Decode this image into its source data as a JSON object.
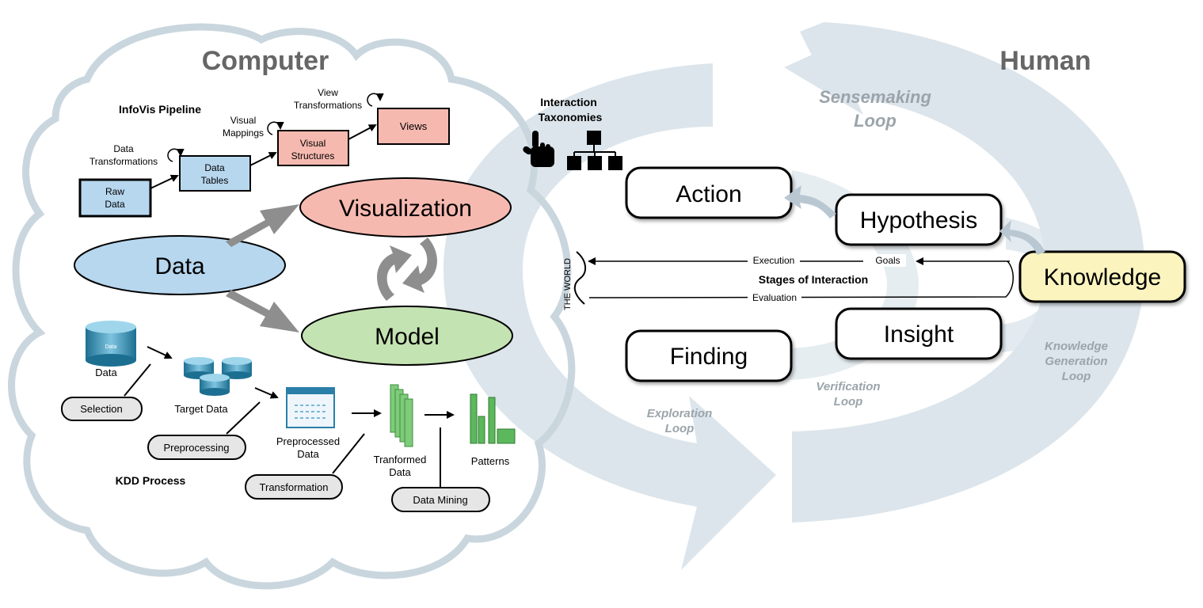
{
  "computer": {
    "title": "Computer",
    "infovis": {
      "title": "InfoVis Pipeline",
      "raw_data": [
        "Raw",
        "Data"
      ],
      "data_transformations": [
        "Data",
        "Transformations"
      ],
      "data_tables": [
        "Data",
        "Tables"
      ],
      "visual_mappings": [
        "Visual",
        "Mappings"
      ],
      "visual_structures": [
        "Visual",
        "Structures"
      ],
      "view_transformations": [
        "View",
        "Transformations"
      ],
      "views": "Views"
    },
    "core": {
      "data": "Data",
      "visualization": "Visualization",
      "model": "Model"
    },
    "kdd": {
      "title": "KDD Process",
      "db_label": "Data",
      "data": "Data",
      "target_data": "Target Data",
      "preprocessed_data": [
        "Preprocessed",
        "Data"
      ],
      "transformed_data": [
        "Tranformed",
        "Data"
      ],
      "patterns": "Patterns",
      "selection": "Selection",
      "preprocessing": "Preprocessing",
      "transformation": "Transformation",
      "data_mining": "Data Mining"
    }
  },
  "human": {
    "title": "Human",
    "interaction_taxonomies": [
      "Interaction",
      "Taxonomies"
    ],
    "action": "Action",
    "hypothesis": "Hypothesis",
    "knowledge": "Knowledge",
    "insight": "Insight",
    "finding": "Finding",
    "stages": {
      "title": "Stages of Interaction",
      "the_world": "THE WORLD",
      "execution": "Execution",
      "goals": "Goals",
      "evaluation": "Evaluation"
    },
    "loops": {
      "sensemaking": [
        "Sensemaking",
        "Loop"
      ],
      "knowledge_generation": [
        "Knowledge",
        "Generation",
        "Loop"
      ],
      "verification": [
        "Verification",
        "Loop"
      ],
      "exploration": [
        "Exploration",
        "Loop"
      ]
    }
  },
  "colors": {
    "cloud_stroke": "#c9d6de",
    "loop_fill": "#d6e1e8",
    "blue_box": "#b7d7ef",
    "pink_box": "#f6b9b0",
    "green_ellipse": "#c4e3b2",
    "yellow_box": "#fbf4bf",
    "gray_arrow": "#8e8e8e",
    "kdd_green": "#5cb85c"
  }
}
